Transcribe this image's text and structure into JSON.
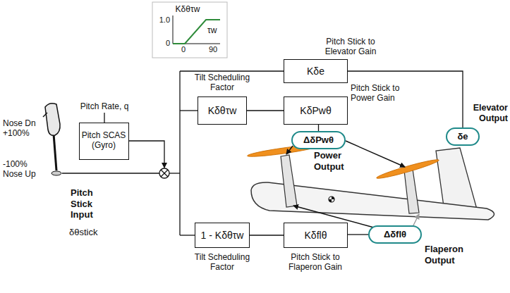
{
  "diagram": {
    "nodes": [
      {
        "text": [
          "Pitch SCAS (Gyro)"
        ]
      },
      {
        "text": [
          "Kδe"
        ]
      },
      {
        "text": [
          "Kδθτw"
        ]
      },
      {
        "text": [
          "KδPwθ"
        ]
      },
      {
        "text": [
          "δe"
        ]
      },
      {
        "text": [
          "ΔδPwθ"
        ]
      },
      {
        "text": [
          "1 - Kδθτw"
        ]
      },
      {
        "text": [
          "Kδflθ"
        ]
      },
      {
        "text": [
          "Δδflθ"
        ]
      }
    ],
    "edges": [
      {
        "from": 1,
        "to": 4,
        "arrow": "none"
      },
      {
        "from": 2,
        "to": 3,
        "arrow": "none"
      },
      {
        "from": 3,
        "to": 5,
        "arrow": "none"
      },
      {
        "from": 6,
        "to": 7,
        "arrow": "none"
      },
      {
        "from": 7,
        "to": 8,
        "arrow": "none"
      }
    ],
    "labels": [
      "Kδθτw",
      "1.0",
      "0",
      "0",
      "90",
      "τw",
      "Pitch Stick to Elevator Gain",
      "Tilt Scheduling Factor",
      "Pitch Stick to Power Gain",
      "Pitch Rate, q",
      "Nose Dn +100%",
      "-100% Nose Up",
      "Pitch Stick Input",
      "δθstick",
      "Elevator Output",
      "Power Output",
      "Flaperon Output",
      "Tilt Scheduling Factor",
      "Pitch Stick to Flaperon Gain"
    ]
  }
}
